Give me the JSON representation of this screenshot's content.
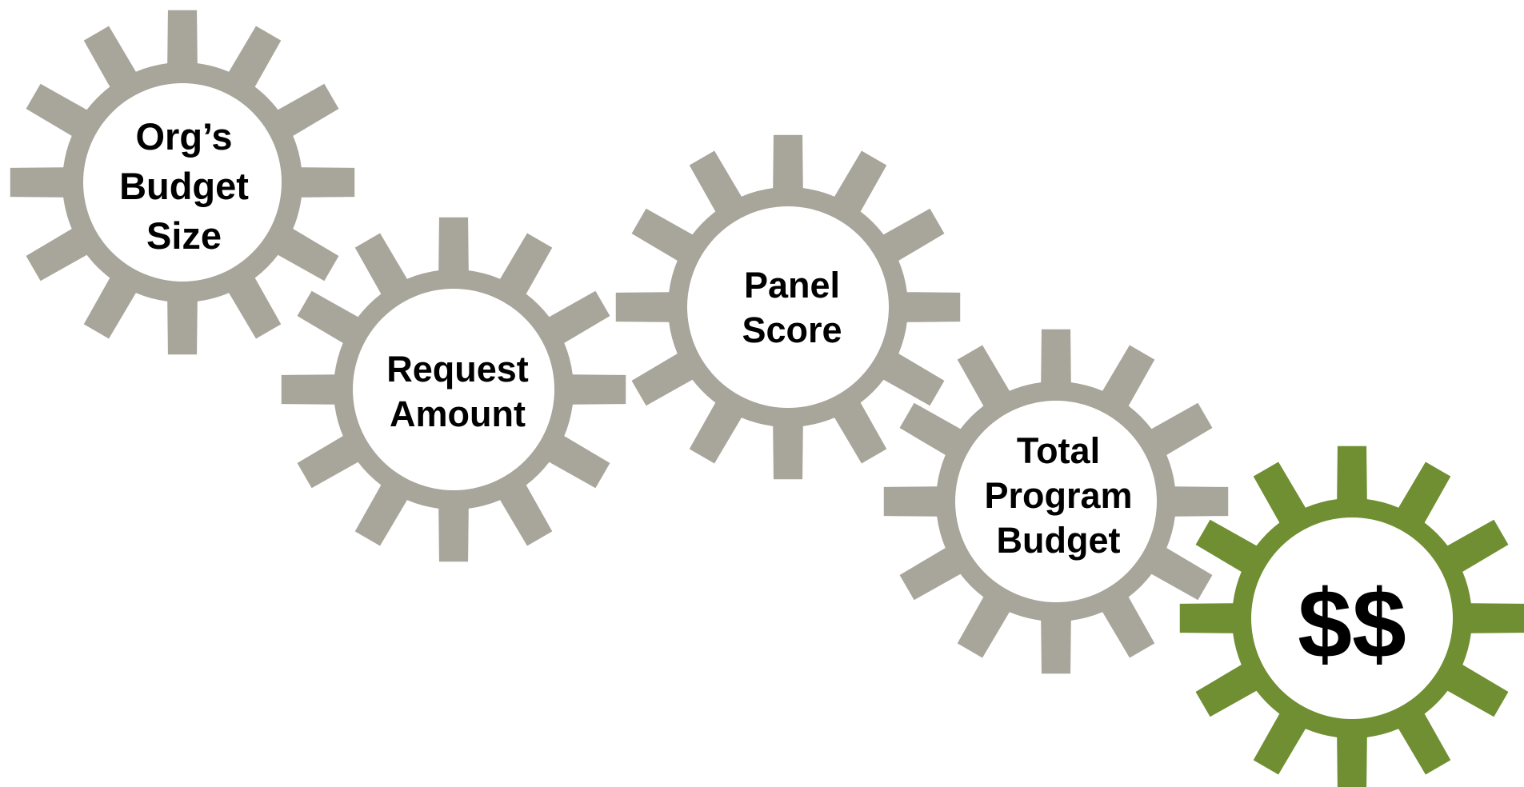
{
  "gears": [
    {
      "id": "orgs-budget-size",
      "lines": [
        "Org’s",
        "Budget",
        "Size"
      ],
      "color": "#a8a59b"
    },
    {
      "id": "request-amount",
      "lines": [
        "Request",
        "Amount"
      ],
      "color": "#a8a59b"
    },
    {
      "id": "panel-score",
      "lines": [
        "Panel",
        "Score"
      ],
      "color": "#a8a59b"
    },
    {
      "id": "total-program-budget",
      "lines": [
        "Total",
        "Program",
        "Budget"
      ],
      "color": "#a8a59b"
    },
    {
      "id": "dollars",
      "lines": [
        "$$"
      ],
      "color": "#6f8f32"
    }
  ]
}
